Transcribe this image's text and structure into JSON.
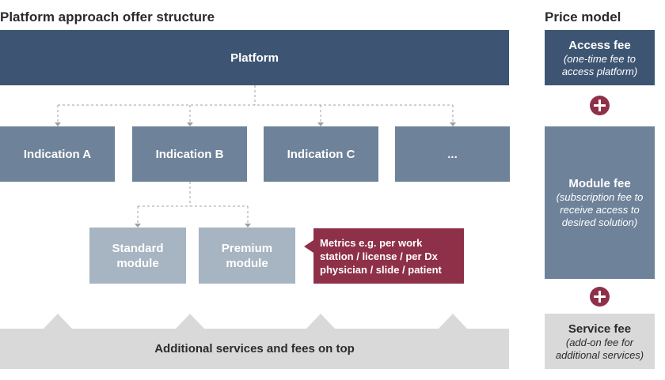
{
  "offer": {
    "title": "Platform approach offer structure",
    "platform": "Platform",
    "indications": [
      "Indication A",
      "Indication B",
      "Indication C",
      "..."
    ],
    "modules": [
      {
        "line1": "Standard",
        "line2": "module"
      },
      {
        "line1": "Premium",
        "line2": "module"
      }
    ],
    "metrics": [
      "Metrics e.g. per work",
      "station / license / per Dx",
      "physician / slide / patient"
    ],
    "services": "Additional services and fees on top"
  },
  "price": {
    "title": "Price model",
    "access": {
      "name": "Access fee",
      "desc": [
        "(one-time fee to",
        "access platform)"
      ]
    },
    "module": {
      "name": "Module fee",
      "desc": [
        "(subscription fee to",
        "receive access to",
        "desired solution)"
      ]
    },
    "service": {
      "name": "Service fee",
      "desc": [
        "(add-on fee for",
        "additional services)"
      ]
    }
  },
  "colors": {
    "dark": "#3d5573",
    "mid": "#6e8299",
    "light": "#a7b4c1",
    "accent": "#8e3148",
    "service_bar": "#d9d9d9"
  }
}
